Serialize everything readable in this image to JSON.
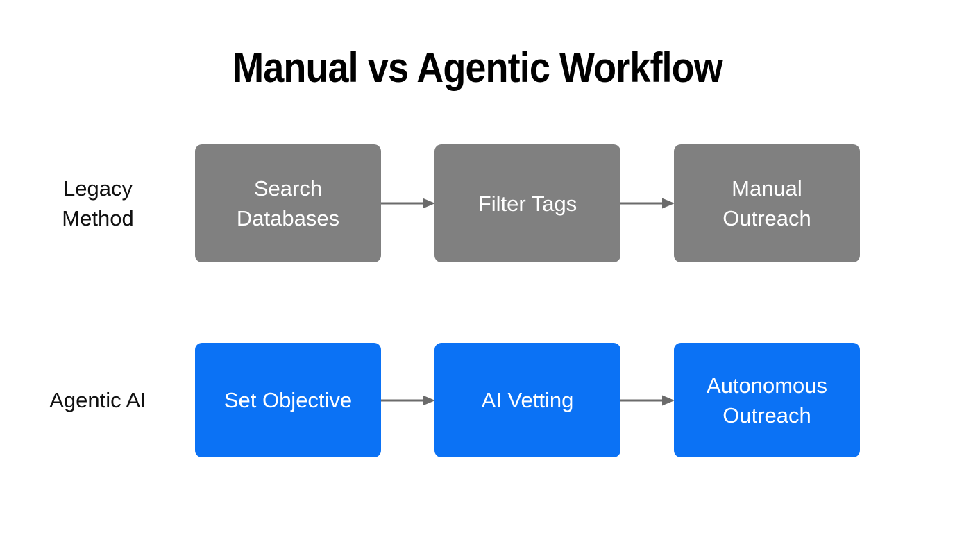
{
  "title": "Manual vs Agentic Workflow",
  "colors": {
    "background": "#ffffff",
    "legacy_node": "#808080",
    "agentic_node": "#0b72f5",
    "arrow": "#6b6b6b",
    "title_text": "#000000",
    "label_text": "#111111",
    "node_text": "#ffffff"
  },
  "rows": [
    {
      "id": "legacy",
      "label": "Legacy\nMethod",
      "node_color": "#808080",
      "nodes": [
        {
          "label": "Search\nDatabases"
        },
        {
          "label": "Filter Tags"
        },
        {
          "label": "Manual\nOutreach"
        }
      ],
      "arrows": [
        {
          "name": "arrow-search-to-filter"
        },
        {
          "name": "arrow-filter-to-manual"
        }
      ]
    },
    {
      "id": "agentic",
      "label": "Agentic AI",
      "node_color": "#0b72f5",
      "nodes": [
        {
          "label": "Set Objective"
        },
        {
          "label": "AI Vetting"
        },
        {
          "label": "Autonomous\nOutreach"
        }
      ],
      "arrows": [
        {
          "name": "arrow-objective-to-vetting"
        },
        {
          "name": "arrow-vetting-to-outreach"
        }
      ]
    }
  ]
}
